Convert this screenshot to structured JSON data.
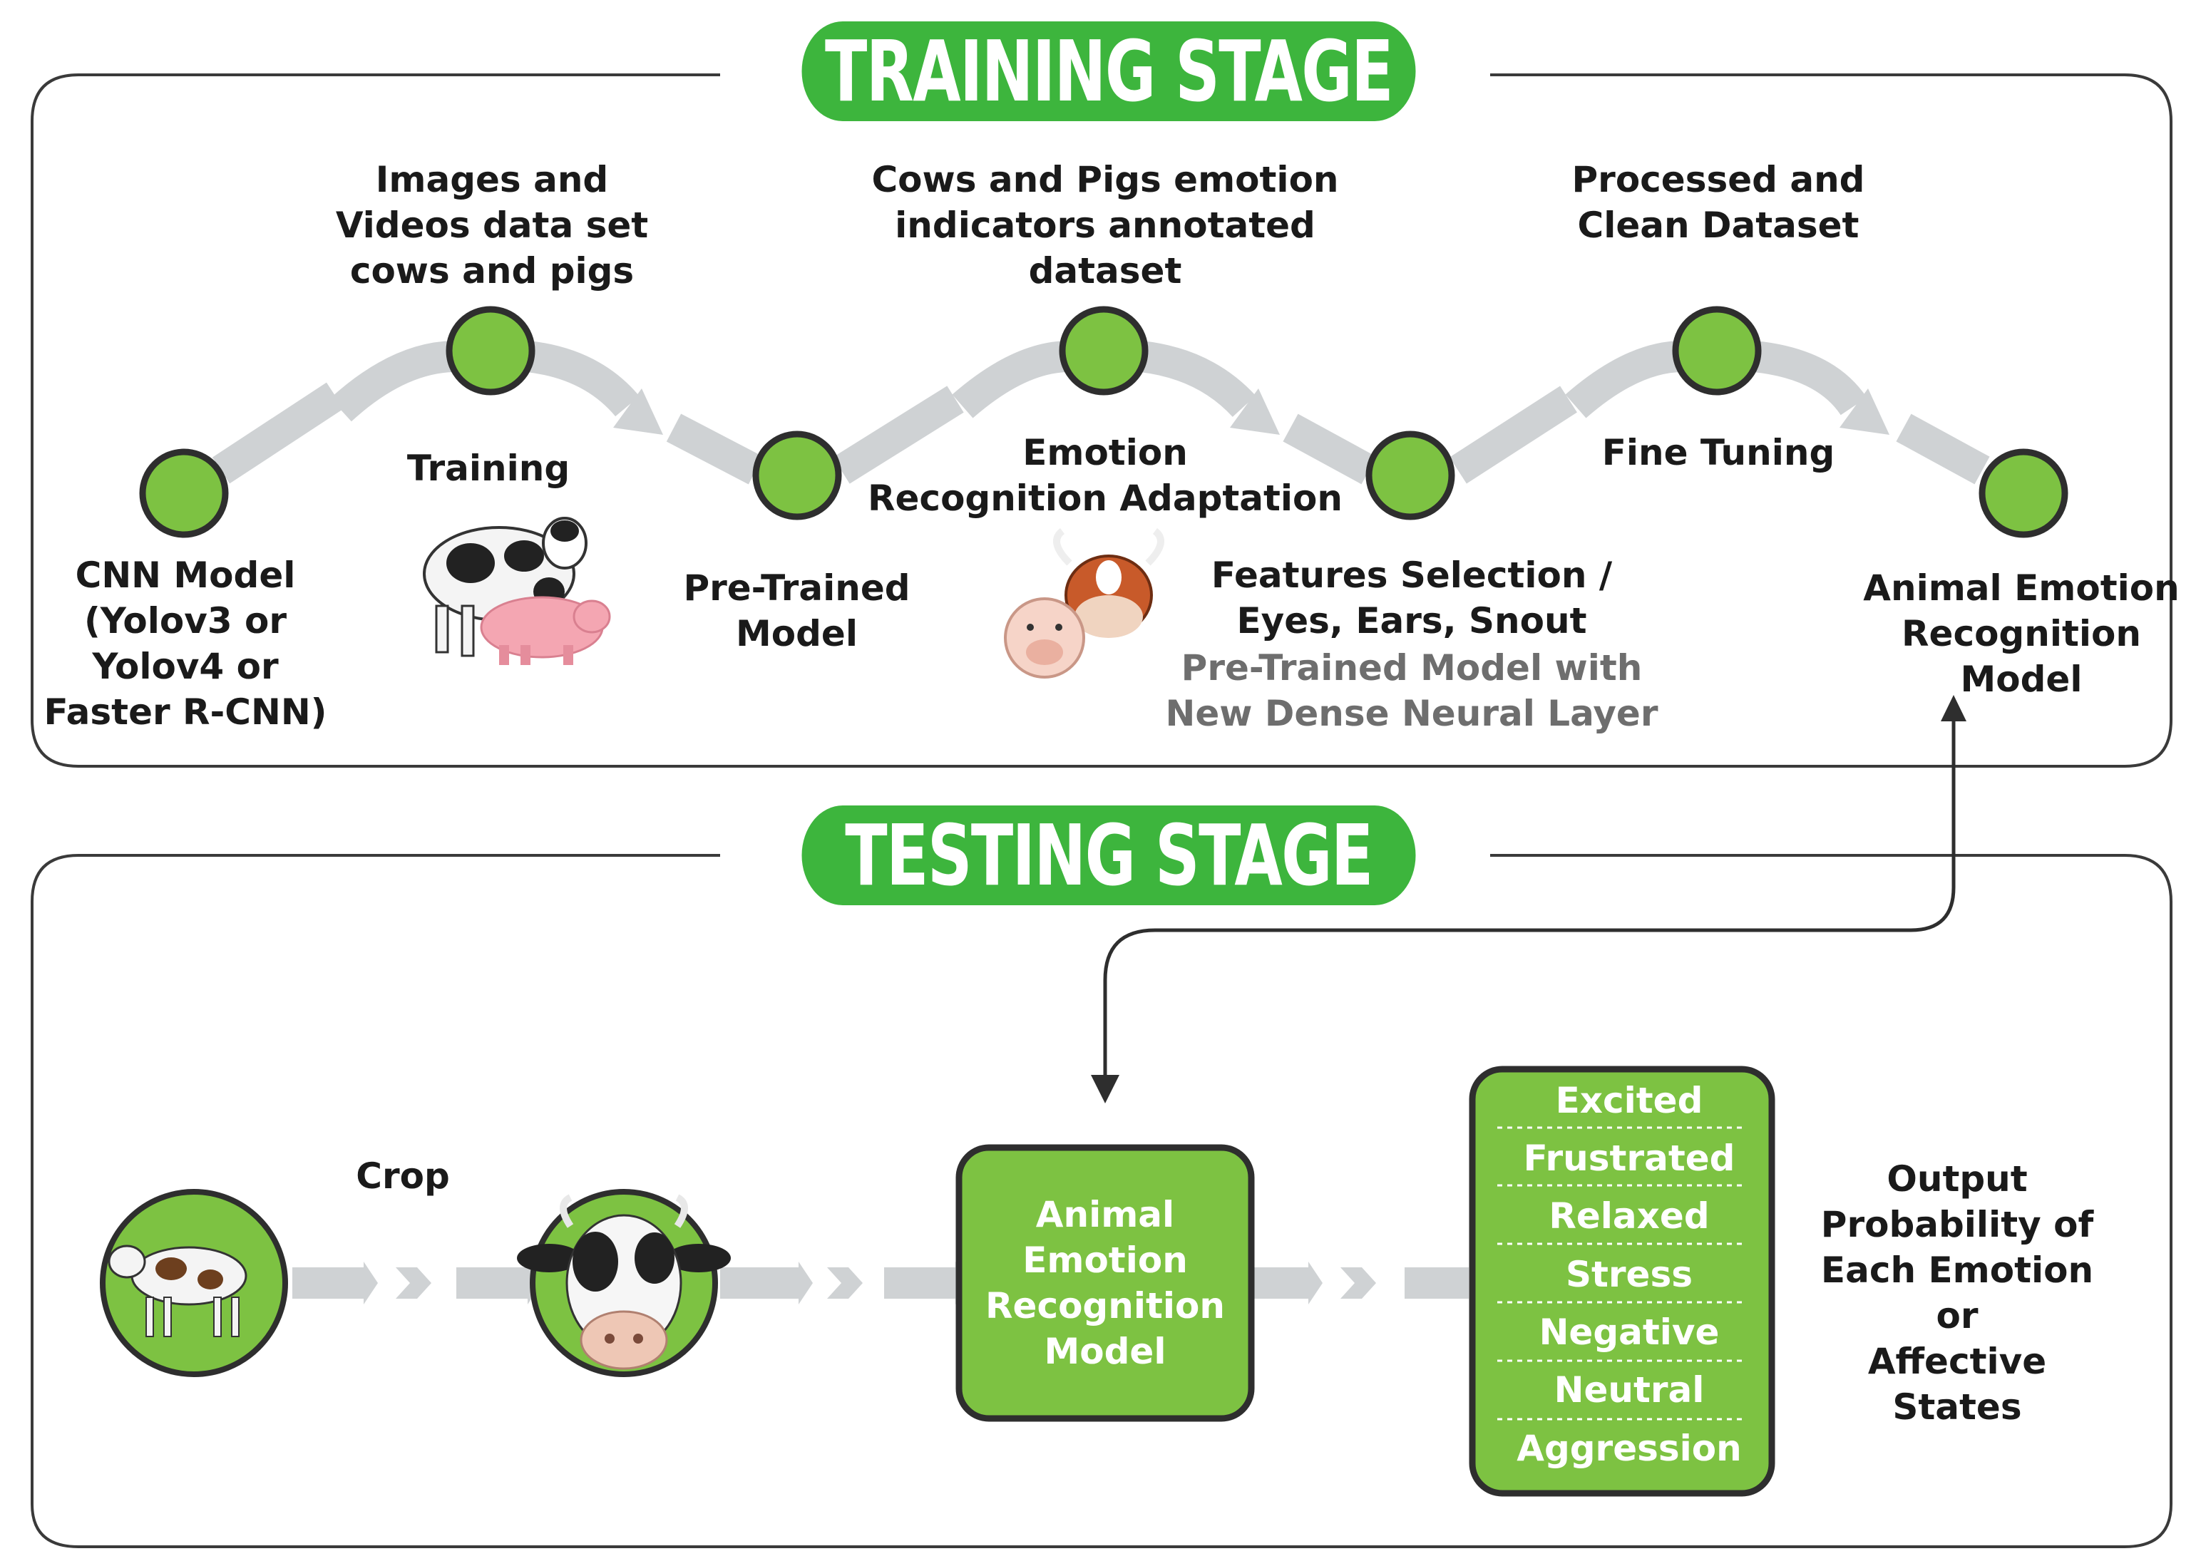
{
  "training": {
    "banner": "TRAINING STAGE",
    "nodes": {
      "cnn": "CNN Model\n(Yolov3 or\nYolov4 or\nFaster R-CNN)",
      "images": "Images and\nVideos data set\ncows and pigs",
      "training": "Training",
      "pretrained": "Pre-Trained\nModel",
      "annotated": "Cows and Pigs emotion\nindicators annotated\ndataset",
      "adaptation": "Emotion\nRecognition Adaptation",
      "features": "Features Selection /\nEyes, Ears, Snout",
      "features_sub": "Pre-Trained Model with\nNew Dense Neural Layer",
      "processed": "Processed and\nClean Dataset",
      "finetuning": "Fine Tuning",
      "aer_model": "Animal Emotion\nRecognition\nModel"
    }
  },
  "testing": {
    "banner": "TESTING STAGE",
    "crop": "Crop",
    "model_box": "Animal\nEmotion\nRecognition\nModel",
    "emotions": [
      "Excited",
      "Frustrated",
      "Relaxed",
      "Stress",
      "Negative",
      "Neutral",
      "Aggression"
    ],
    "output": "Output\nProbability of\nEach Emotion\nor\nAffective\nStates"
  },
  "colors": {
    "green": "#3db53d",
    "node_green": "#7dc242",
    "box_green": "#7dc242",
    "dark_border": "#2e2e2e",
    "arrow_grey": "#cfd2d4"
  }
}
